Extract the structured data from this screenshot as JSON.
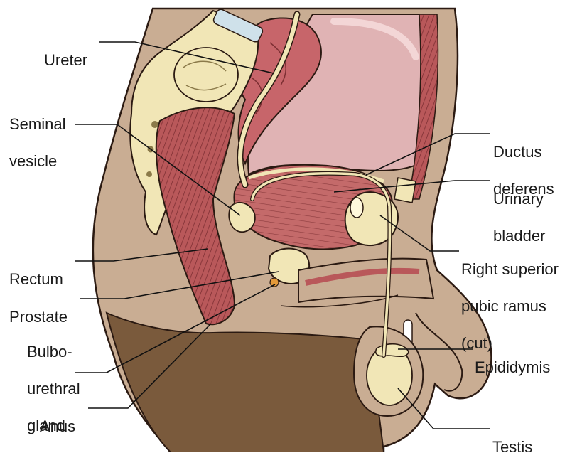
{
  "labels": {
    "ureter": [
      "Ureter"
    ],
    "seminal_vesicle": [
      "Seminal",
      "vesicle"
    ],
    "ductus_deferens": [
      "Ductus",
      "deferens"
    ],
    "urinary_bladder": [
      "Urinary",
      "bladder"
    ],
    "rectum": [
      "Rectum"
    ],
    "right_superior_pubic_ramus": [
      "Right superior",
      "pubic ramus",
      "(cut)"
    ],
    "prostate": [
      "Prostate"
    ],
    "bulbourethral_gland": [
      "Bulbo-",
      "urethral",
      "gland"
    ],
    "epididymis": [
      "Epididymis"
    ],
    "anus": [
      "Anus"
    ],
    "testis": [
      "Testis"
    ]
  },
  "colors": {
    "skin": "#c9ad93",
    "skin_dark": "#7a5a3c",
    "bone": "#f1e6b6",
    "muscle": "#b9585a",
    "organ": "#e0b3b4",
    "peritoneum": "#d9a0a6",
    "outline": "#2b1a12"
  }
}
